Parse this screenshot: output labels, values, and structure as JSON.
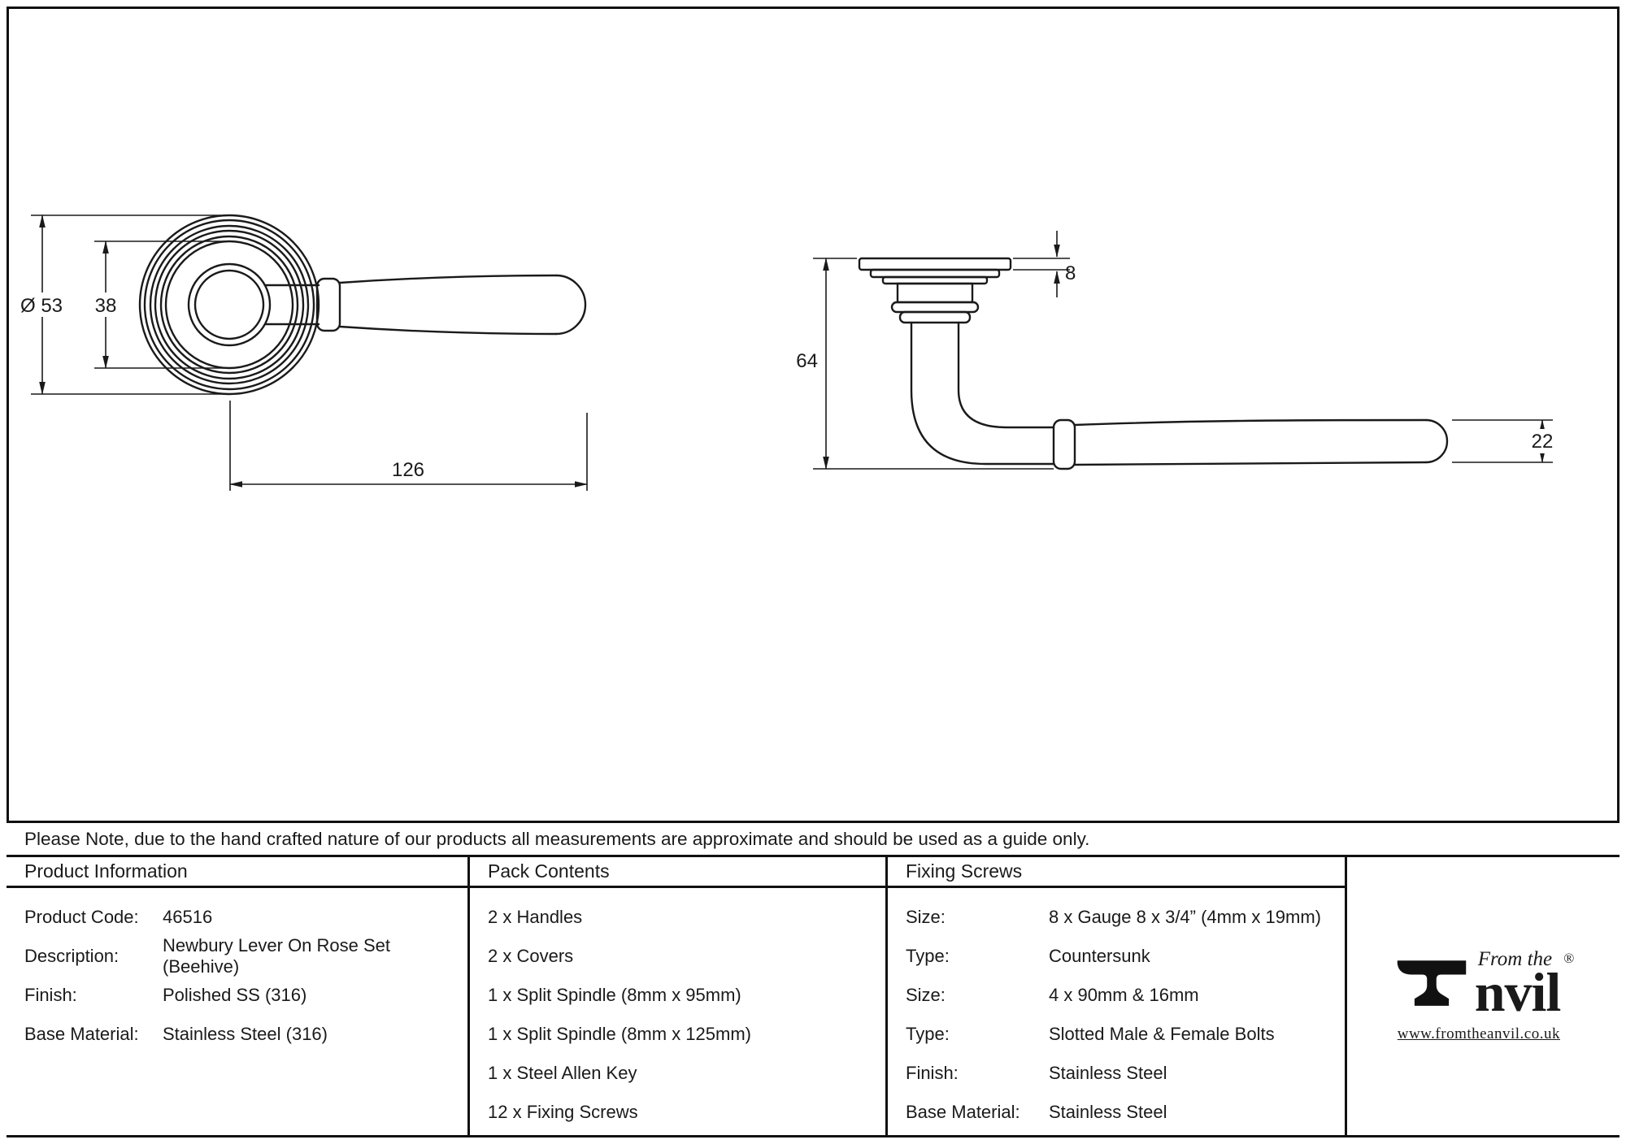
{
  "note": "Please Note, due to the hand crafted nature of our products all measurements are approximate and should be used as a guide only.",
  "drawings": {
    "front_view": {
      "rose_diameter": "Ø 53",
      "rose_inner": "38",
      "lever_length": "126"
    },
    "side_view": {
      "rose_thickness": "8",
      "projection": "64",
      "lever_thickness": "22"
    }
  },
  "table": {
    "product_information": {
      "header": "Product Information",
      "rows": [
        {
          "label": "Product Code:",
          "value": "46516"
        },
        {
          "label": "Description:",
          "value": "Newbury Lever On Rose Set (Beehive)"
        },
        {
          "label": "Finish:",
          "value": "Polished SS (316)"
        },
        {
          "label": "Base Material:",
          "value": "Stainless Steel (316)"
        }
      ]
    },
    "pack_contents": {
      "header": "Pack Contents",
      "items": [
        "2 x Handles",
        "2 x Covers",
        "1 x Split Spindle (8mm x 95mm)",
        "1 x Split Spindle (8mm x 125mm)",
        "1 x Steel Allen Key",
        "12 x Fixing Screws"
      ]
    },
    "fixing_screws": {
      "header": "Fixing Screws",
      "rows": [
        {
          "label": "Size:",
          "value": "8 x Gauge 8 x 3/4” (4mm x 19mm)"
        },
        {
          "label": "Type:",
          "value": "Countersunk"
        },
        {
          "label": "Size:",
          "value": "4 x 90mm & 16mm"
        },
        {
          "label": "Type:",
          "value": "Slotted Male & Female Bolts"
        },
        {
          "label": "Finish:",
          "value": "Stainless Steel"
        },
        {
          "label": "Base Material:",
          "value": "Stainless Steel"
        }
      ]
    }
  },
  "logo": {
    "prefix": "From the",
    "name_rest": "nvil",
    "registered": "®",
    "url": "www.fromtheanvil.co.uk"
  },
  "colors": {
    "ink": "#1a1a1a",
    "line": "#111111",
    "background": "#ffffff"
  }
}
